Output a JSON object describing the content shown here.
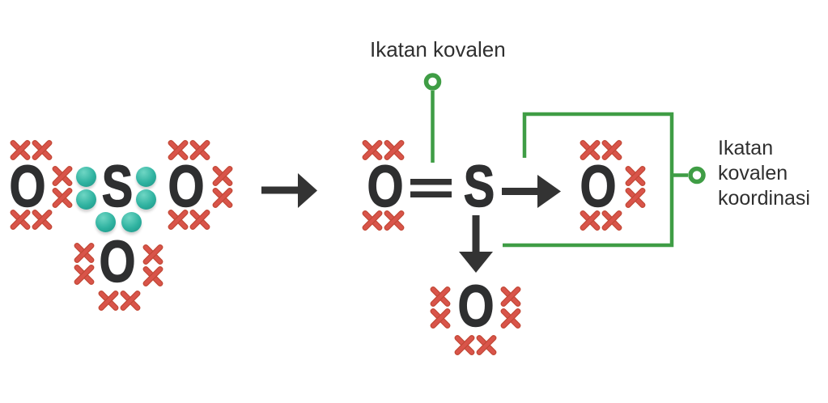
{
  "figure": {
    "type": "lewis-structure-bond-diagram",
    "atom_symbols": {
      "oxygen": "O",
      "sulfur": "S"
    },
    "labels": {
      "covalent_bond": "Ikatan kovalen",
      "coordinate_covalent_bond": "Ikatan kovalen koordinasi"
    },
    "colors": {
      "atom_text": "#2e2f30",
      "electron_cross": "#d9544a",
      "electron_cross_edge": "#c14936",
      "electron_dot": "#2fb2a0",
      "electron_dot_highlight": "#6fd6c4",
      "annotation_green": "#3f9d45",
      "arrow": "#333333",
      "label_text": "#2f2f2f",
      "background": "#ffffff"
    }
  }
}
